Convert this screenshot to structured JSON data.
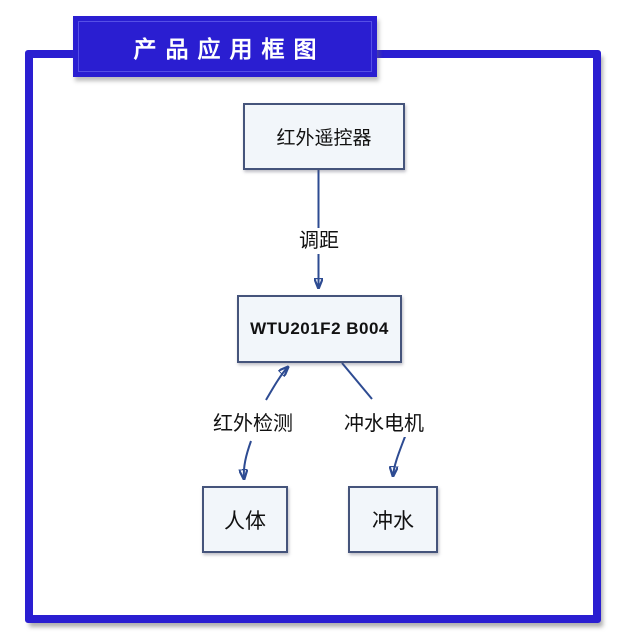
{
  "title": {
    "text": "产品应用框图"
  },
  "nodes": {
    "remote": {
      "label": "红外遥控器"
    },
    "controller": {
      "label": "WTU201F2 B004"
    },
    "human": {
      "label": "人体"
    },
    "flush": {
      "label": "冲水"
    }
  },
  "edges": {
    "remote_to_controller": {
      "label": "调距",
      "from": "红外遥控器",
      "to": "WTU201F2 B004",
      "arrow": "down"
    },
    "human_detection": {
      "label": "红外检测",
      "from": "人体",
      "to": "WTU201F2 B004",
      "arrow": "both-ends"
    },
    "controller_to_flush": {
      "label": "冲水电机",
      "from": "WTU201F2 B004",
      "to": "冲水",
      "arrow": "down"
    }
  },
  "colors": {
    "frame_blue": "#2a1ed1",
    "banner_blue": "#2a1ed1",
    "banner_text": "#ffffff",
    "node_border": "#45547b",
    "node_fill": "#f2f6fa",
    "arrow": "#2d4b92",
    "label_text": "#111111",
    "background": "#ffffff"
  }
}
